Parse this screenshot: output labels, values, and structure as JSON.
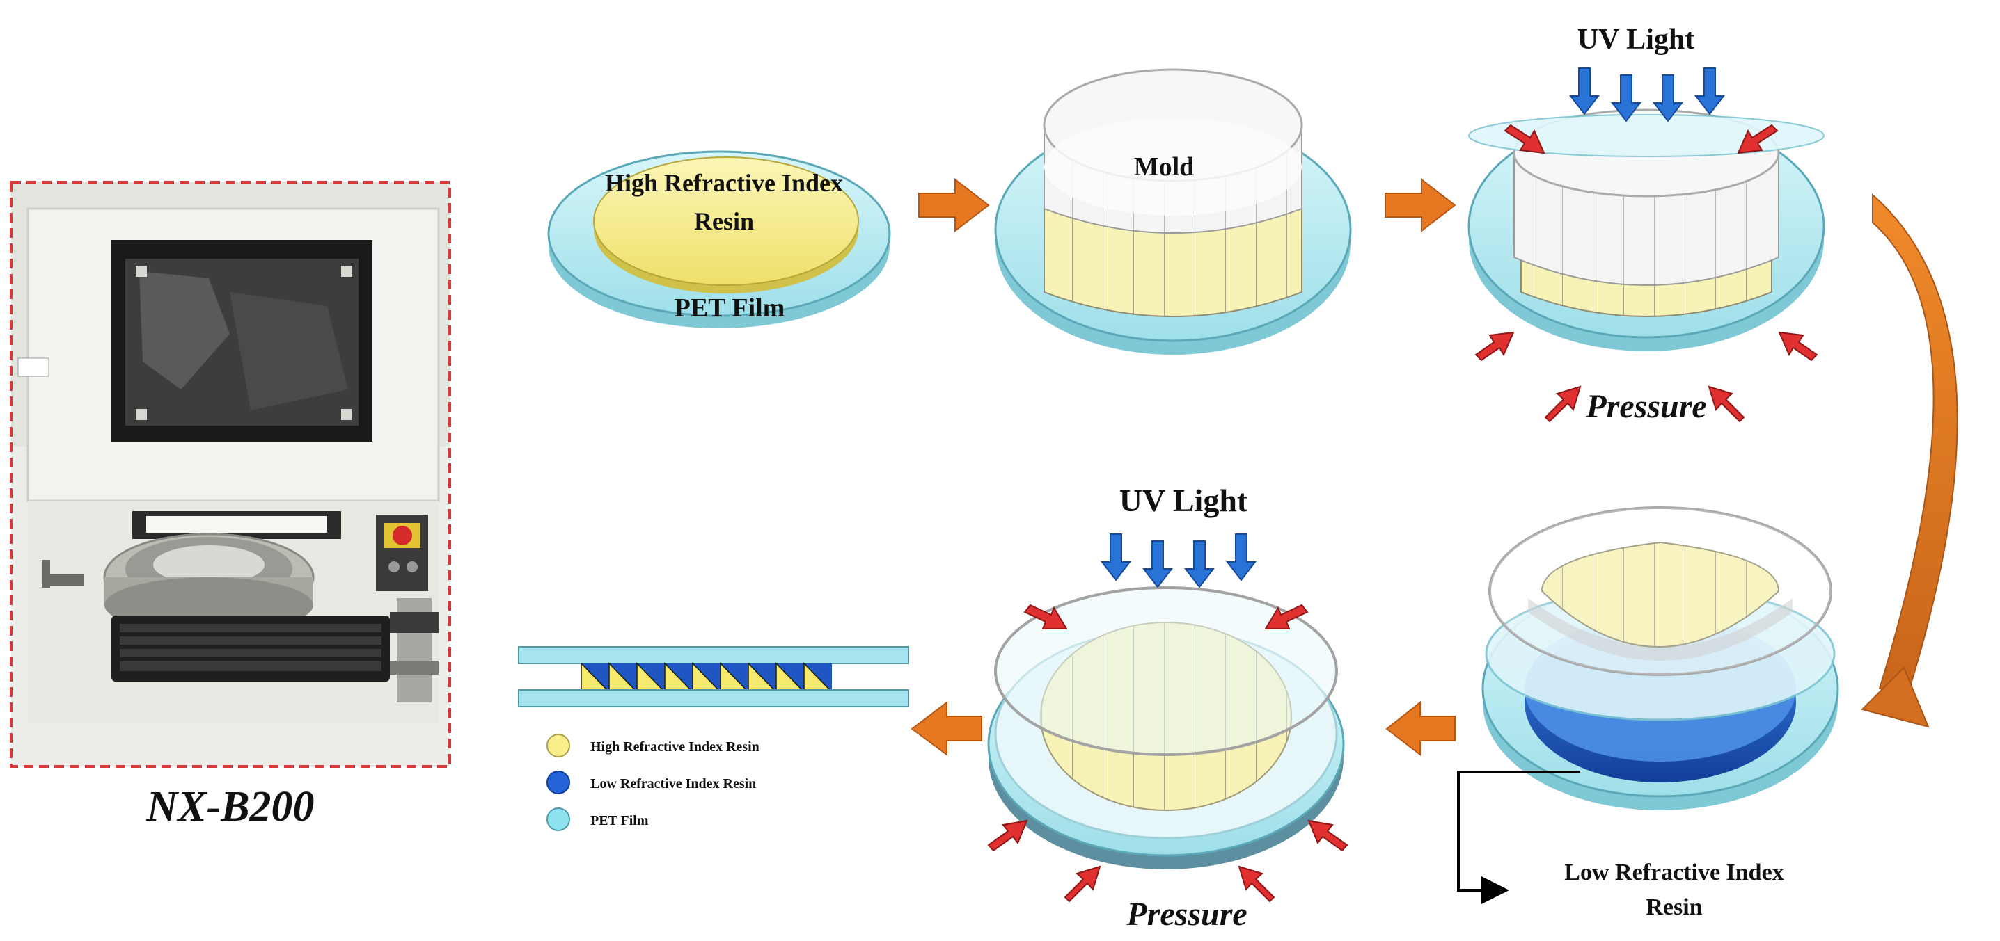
{
  "machine": {
    "name": "NX-B200",
    "colors": {
      "border": "#d9383a",
      "body": "#eeeeea",
      "window": "#202020"
    }
  },
  "steps": {
    "step1": {
      "resin_label_line1": "High Refractive Index",
      "resin_label_line2": "Resin",
      "film_label": "PET Film"
    },
    "step2": {
      "mold_label": "Mold"
    },
    "step3": {
      "uv_label": "UV Light",
      "pressure_label": "Pressure"
    },
    "step4": {
      "resin_label_line1": "Low Refractive Index",
      "resin_label_line2": "Resin"
    },
    "step5": {
      "uv_label": "UV Light",
      "pressure_label": "Pressure"
    }
  },
  "legend": {
    "items": [
      {
        "label": "High Refractive Index Resin",
        "color": "#f8ee8c"
      },
      {
        "label": "Low Refractive Index Resin",
        "color": "#2463d8"
      },
      {
        "label": "PET Film",
        "color": "#8fe2f0"
      }
    ]
  },
  "colors": {
    "flow_arrow": "#e67822",
    "uv_arrow": "#2a73d6",
    "pressure_arrow": "#e03030",
    "pet_film": "#bfeef4",
    "high_resin": "#f7ef96",
    "low_resin": "#1f5fcf"
  }
}
